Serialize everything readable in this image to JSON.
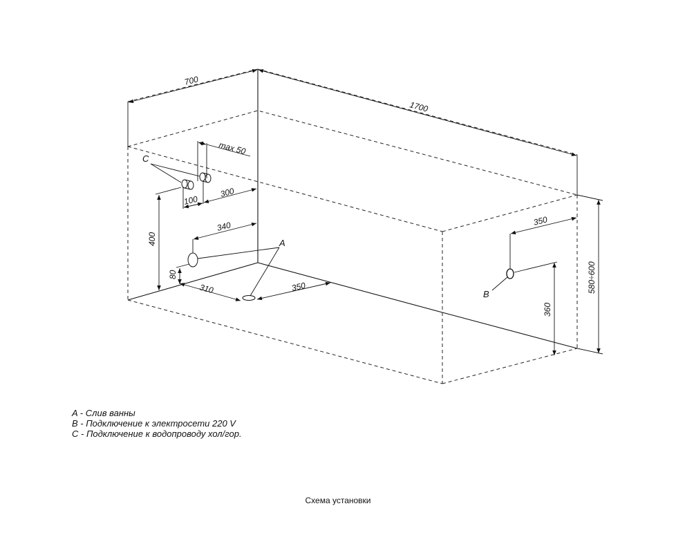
{
  "diagram": {
    "dimensions": {
      "width": "700",
      "length": "1700",
      "max_offset": "max 50",
      "supply_offset_100": "100",
      "supply_offset_300": "300",
      "drain_height_340": "340",
      "supply_height_400": "400",
      "drain_height_80": "80",
      "drain_offset_310": "310",
      "drain_offset_350": "350",
      "power_offset_350": "350",
      "power_height_360": "360",
      "height_range": "580÷600"
    },
    "labels": {
      "a": "A",
      "b": "B",
      "c": "C"
    }
  },
  "legend": {
    "items": [
      "A - Слив ванны",
      "B - Подключение к электросети 220 V",
      "C - Подключение к водопроводу хол/гор."
    ]
  },
  "caption": "Схема установки"
}
